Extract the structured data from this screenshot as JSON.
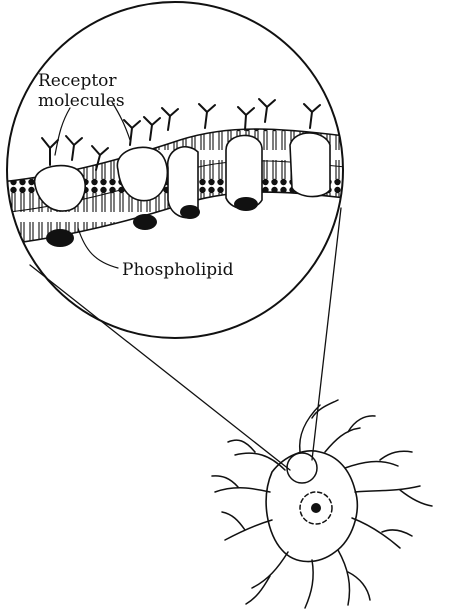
{
  "labels": {
    "receptor_line1": "Receptor",
    "receptor_line2": "molecules",
    "phospholipid": "Phospholipid"
  }
}
